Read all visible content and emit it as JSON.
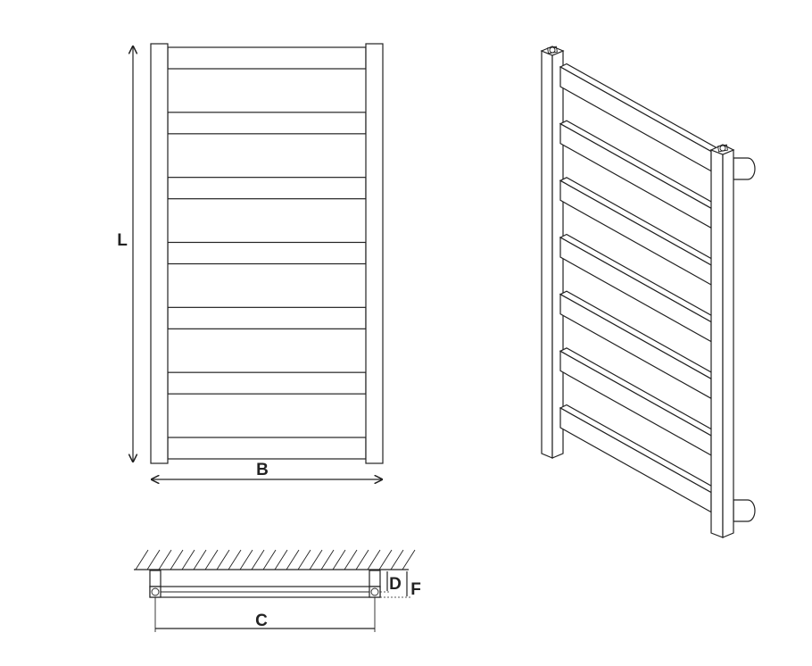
{
  "labels": {
    "L": "L",
    "B": "B",
    "C": "C",
    "D": "D",
    "F": "F"
  },
  "front_view": {
    "rungs": 7
  },
  "iso_view": {
    "rungs": 7
  },
  "colors": {
    "line": "#222222",
    "background": "#ffffff"
  }
}
